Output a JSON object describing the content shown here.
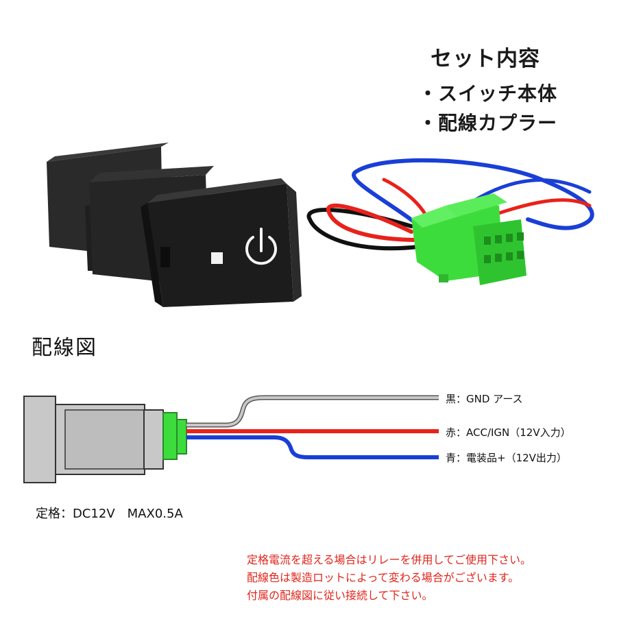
{
  "set_contents": {
    "title": "セット内容",
    "items": [
      "・スイッチ本体",
      "・配線カプラー"
    ]
  },
  "wiring": {
    "title": "配線図",
    "wires": [
      {
        "label": "黒：GND アース",
        "color": "#c8c8c8"
      },
      {
        "label": "赤：ACC/IGN（12V入力）",
        "color": "#e8221b"
      },
      {
        "label": "青：電装品+（12V出力）",
        "color": "#1a3fd6"
      }
    ],
    "spec": "定格：DC12V　MAX0.5A"
  },
  "notes": [
    "定格電流を超える場合はリレーを併用してご使用下さい。",
    "配線色は製造ロットによって変わる場合がございます。",
    "付属の配線図に従い接続して下さい。"
  ],
  "colors": {
    "note_red": "#e0241b",
    "coupler_green": "#3ddc3d",
    "switch_black": "#1c1c1c",
    "power_icon": "#ffffff"
  },
  "icons": [
    "power-icon",
    "led-indicator-square"
  ]
}
